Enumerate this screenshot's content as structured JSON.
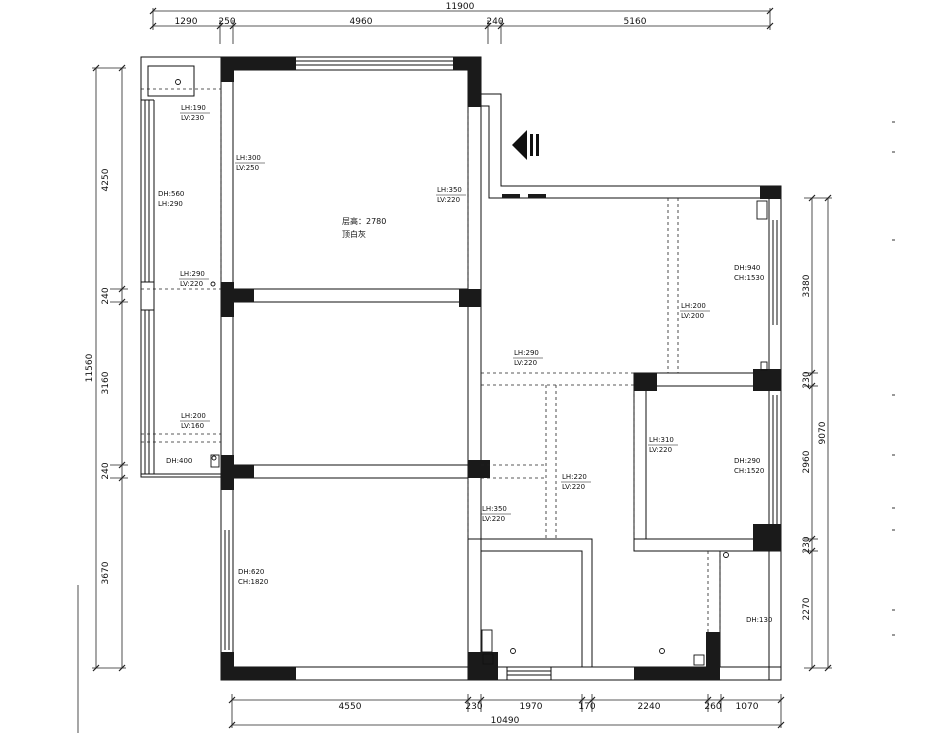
{
  "dimensions": {
    "top": {
      "total": "11900",
      "segments": [
        "1290",
        "250",
        "4960",
        "240",
        "5160"
      ]
    },
    "bottom": {
      "total": "10490",
      "segments": [
        "4550",
        "230",
        "1970",
        "170",
        "2240",
        "260",
        "1070"
      ]
    },
    "left": {
      "total": "11560",
      "segments": [
        "4250",
        "240",
        "3160",
        "240",
        "3670"
      ]
    },
    "right": {
      "total": "9070",
      "segments": [
        "3380",
        "230",
        "2960",
        "230",
        "2270"
      ]
    }
  },
  "room_note": {
    "height": "层高：2780",
    "ceiling": "顶白灰"
  },
  "annotations": [
    {
      "l1": "LH:190",
      "l2": "LV:230"
    },
    {
      "l1": "LH:300",
      "l2": "LV:250"
    },
    {
      "l1": "DH:560",
      "l2": "LH:290"
    },
    {
      "l1": "LH:350",
      "l2": "LV:220"
    },
    {
      "l1": "LH:290",
      "l2": "LV:220"
    },
    {
      "l1": "LH:200",
      "l2": "LV:160"
    },
    {
      "l1": "DH:400",
      "l2": ""
    },
    {
      "l1": "DH:940",
      "l2": "CH:1530"
    },
    {
      "l1": "LH:200",
      "l2": "LV:200"
    },
    {
      "l1": "LH:290",
      "l2": "LV:220"
    },
    {
      "l1": "LH:310",
      "l2": "LV:220"
    },
    {
      "l1": "DH:290",
      "l2": "CH:1520"
    },
    {
      "l1": "LH:220",
      "l2": "LV:220"
    },
    {
      "l1": "LH:350",
      "l2": "LV:220"
    },
    {
      "l1": "DH:620",
      "l2": "CH:1820"
    },
    {
      "l1": "DH:130",
      "l2": ""
    }
  ]
}
